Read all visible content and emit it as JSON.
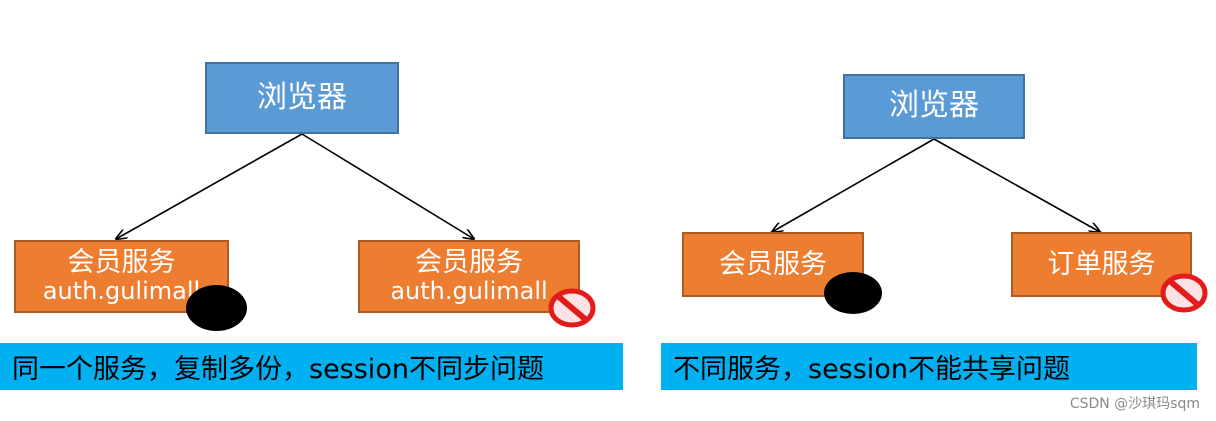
{
  "left_diagram": {
    "browser_label": "浏览器",
    "service_a": {
      "line1": "会员服务",
      "line2": "auth.gulimall"
    },
    "service_b": {
      "line1": "会员服务",
      "line2": "auth.gulimall"
    },
    "caption": "同一个服务，复制多份，session不同步问题"
  },
  "right_diagram": {
    "browser_label": "浏览器",
    "service_a": {
      "label": "会员服务"
    },
    "service_b": {
      "label": "订单服务"
    },
    "caption": "不同服务，session不能共享问题"
  },
  "watermark": "CSDN @沙琪玛sqm",
  "colors": {
    "browser_fill": "#5b9bd5",
    "service_fill": "#ed7d31",
    "banner_fill": "#00b0f0",
    "prohibited_red": "#e31b1b"
  },
  "icons": [
    "session-dot-icon",
    "prohibited-icon"
  ]
}
